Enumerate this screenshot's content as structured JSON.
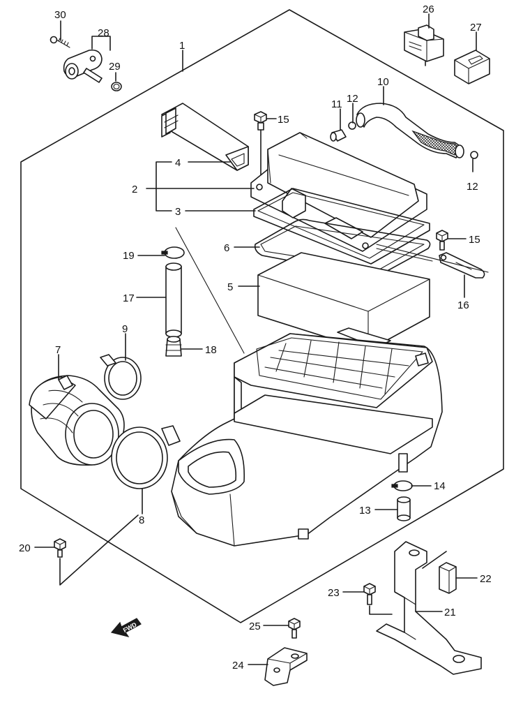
{
  "diagram": {
    "direction_badge": "FWD",
    "callouts": [
      {
        "id": "c1",
        "label": "1"
      },
      {
        "id": "c2",
        "label": "2"
      },
      {
        "id": "c3",
        "label": "3"
      },
      {
        "id": "c4",
        "label": "4"
      },
      {
        "id": "c5",
        "label": "5"
      },
      {
        "id": "c6",
        "label": "6"
      },
      {
        "id": "c7",
        "label": "7"
      },
      {
        "id": "c8",
        "label": "8"
      },
      {
        "id": "c9",
        "label": "9"
      },
      {
        "id": "c10",
        "label": "10"
      },
      {
        "id": "c11",
        "label": "11"
      },
      {
        "id": "c12a",
        "label": "12"
      },
      {
        "id": "c12b",
        "label": "12"
      },
      {
        "id": "c13",
        "label": "13"
      },
      {
        "id": "c14",
        "label": "14"
      },
      {
        "id": "c15a",
        "label": "15"
      },
      {
        "id": "c15b",
        "label": "15"
      },
      {
        "id": "c16",
        "label": "16"
      },
      {
        "id": "c17",
        "label": "17"
      },
      {
        "id": "c18",
        "label": "18"
      },
      {
        "id": "c19",
        "label": "19"
      },
      {
        "id": "c20",
        "label": "20"
      },
      {
        "id": "c21",
        "label": "21"
      },
      {
        "id": "c22",
        "label": "22"
      },
      {
        "id": "c23",
        "label": "23"
      },
      {
        "id": "c24",
        "label": "24"
      },
      {
        "id": "c25",
        "label": "25"
      },
      {
        "id": "c26",
        "label": "26"
      },
      {
        "id": "c27",
        "label": "27"
      },
      {
        "id": "c28",
        "label": "28"
      },
      {
        "id": "c29",
        "label": "29"
      },
      {
        "id": "c30",
        "label": "30"
      }
    ]
  }
}
